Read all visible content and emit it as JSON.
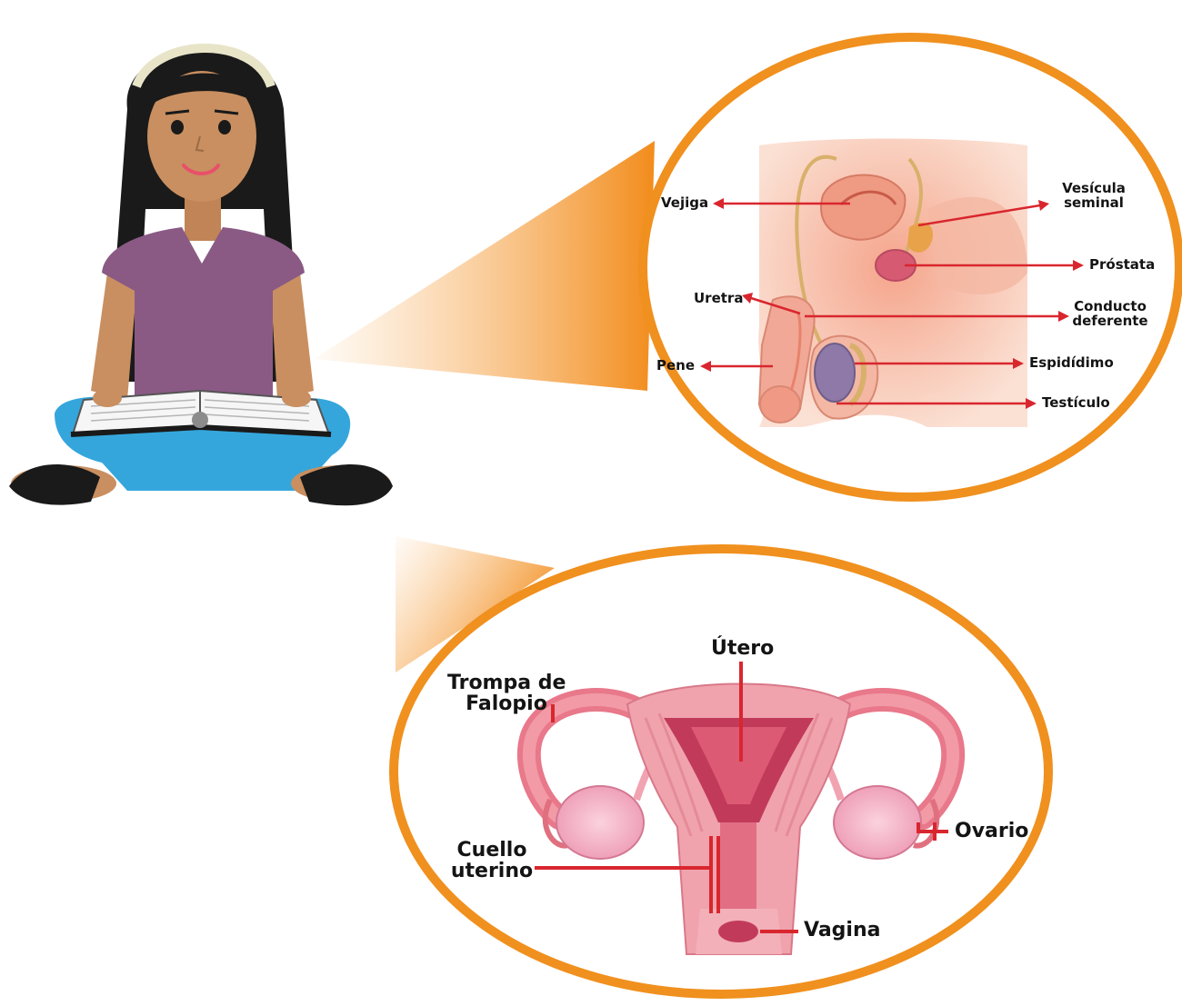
{
  "colors": {
    "ring": "#f0901e",
    "beam": "#f39a2c",
    "arrow": "#d9262e",
    "flesh": "#f6c6b0",
    "skin": "#c98f60",
    "hair": "#1a1a1a",
    "shirt": "#8a5a85",
    "pants": "#35a6dc",
    "uterus": "#e8788a",
    "ovary": "#f3b3c6"
  },
  "icons": {
    "reader": "girl-reading-book-icon",
    "male": "male-reproductive-system-illustration",
    "female": "female-reproductive-system-illustration"
  },
  "male_labels": {
    "vejiga": "Vejiga",
    "vesicula_1": "Vesícula",
    "vesicula_2": "seminal",
    "prostata": "Próstata",
    "uretra": "Uretra",
    "conducto_1": "Conducto",
    "conducto_2": "deferente",
    "pene": "Pene",
    "espididimo": "Espidídimo",
    "testiculo": "Testículo"
  },
  "female_labels": {
    "utero": "Útero",
    "trompa_1": "Trompa de",
    "trompa_2": "Falopio",
    "ovario": "Ovario",
    "cuello_1": "Cuello",
    "cuello_2": "uterino",
    "vagina": "Vagina"
  }
}
